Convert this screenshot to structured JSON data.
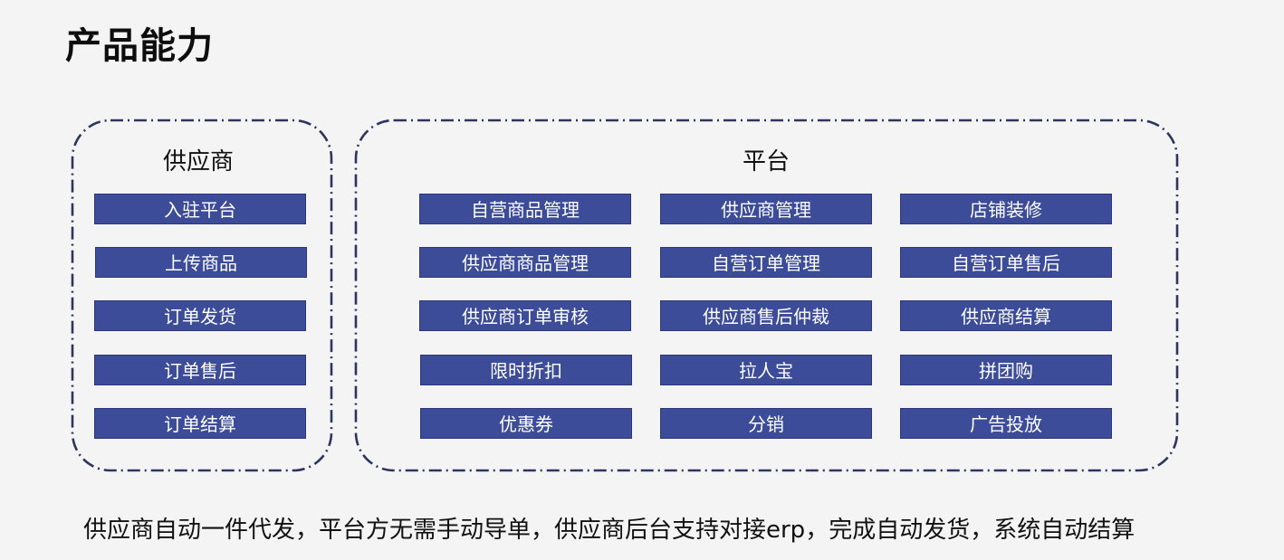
{
  "page": {
    "title": "产品能力"
  },
  "supplier": {
    "title": "供应商",
    "items": [
      "入驻平台",
      "上传商品",
      "订单发货",
      "订单售后",
      "订单结算"
    ]
  },
  "platform": {
    "title": "平台",
    "items": [
      [
        "自营商品管理",
        "供应商管理",
        "店铺装修"
      ],
      [
        "供应商商品管理",
        "自营订单管理",
        "自营订单售后"
      ],
      [
        "供应商订单审核",
        "供应商售后仲裁",
        "供应商结算"
      ],
      [
        "限时折扣",
        "拉人宝",
        "拼团购"
      ],
      [
        "优惠券",
        "分销",
        "广告投放"
      ]
    ]
  },
  "footer": {
    "text": "供应商自动一件代发，平台方无需手动导单，供应商后台支持对接erp，完成自动发货，系统自动结算"
  },
  "colors": {
    "box_fill": "#3c4c98",
    "box_text": "#ffffff",
    "frame_stroke": "#2b3560",
    "background": "#f4f4f4"
  }
}
